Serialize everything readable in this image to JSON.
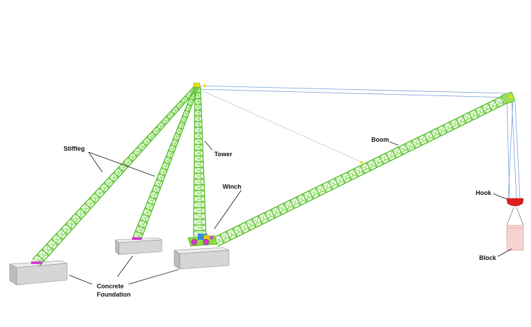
{
  "labels": {
    "stiffleg": "Stiffleg",
    "tower": "Tower",
    "winch": "Winch",
    "boom": "Boom",
    "hook": "Hook",
    "block": "Block",
    "foundation_line1": "Concrete",
    "foundation_line2": "Foundation"
  },
  "colors": {
    "lattice": "#6fd02a",
    "lattice_dark": "#3f9e14",
    "cable": "#7a9fd6",
    "hook": "#e21d1d",
    "block": "#f6d2d2",
    "foundation_top": "#ececec",
    "foundation_side": "#c8c8c8",
    "pin": "#d43bd0",
    "tip": "#e6e400"
  },
  "icons": [
    "crane-tower",
    "crane-boom",
    "stiffleg",
    "winch-icon",
    "hook-icon",
    "block-icon",
    "foundation-block"
  ]
}
